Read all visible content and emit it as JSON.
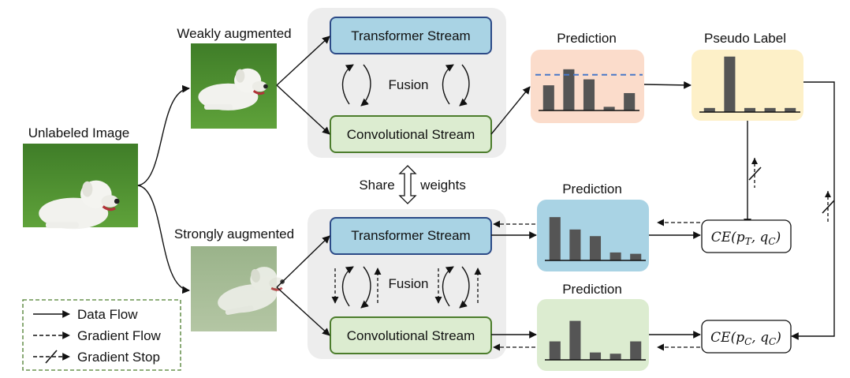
{
  "images": {
    "unlabeled_label": "Unlabeled Image",
    "weak_label": "Weakly augmented",
    "strong_label": "Strongly augmented"
  },
  "top_block": {
    "transformer_label": "Transformer Stream",
    "conv_label": "Convolutional Stream",
    "fusion_label": "Fusion"
  },
  "bottom_block": {
    "transformer_label": "Transformer Stream",
    "conv_label": "Convolutional Stream",
    "fusion_label": "Fusion"
  },
  "share": {
    "left": "Share",
    "right": "weights"
  },
  "prediction_top": {
    "title": "Prediction",
    "values": [
      0.55,
      0.9,
      0.68,
      0.08,
      0.38
    ],
    "threshold": 0.78
  },
  "pseudo_label": {
    "title": "Pseudo Label",
    "values": [
      0.07,
      0.95,
      0.07,
      0.07,
      0.07
    ]
  },
  "prediction_mid": {
    "title": "Prediction",
    "values": [
      0.98,
      0.7,
      0.55,
      0.18,
      0.15
    ]
  },
  "prediction_bot": {
    "title": "Prediction",
    "values": [
      0.45,
      0.95,
      0.18,
      0.15,
      0.45
    ]
  },
  "losses": {
    "ce_t": {
      "main": "CE(p",
      "sub": "T",
      "mid": ", q",
      "sub2": "C",
      "end": ")"
    },
    "ce_c": {
      "main": "CE(p",
      "sub": "C",
      "mid": ", q",
      "sub2": "C",
      "end": ")"
    }
  },
  "legend": {
    "data_flow": "Data Flow",
    "gradient_flow": "Gradient Flow",
    "gradient_stop": "Gradient Stop"
  },
  "colors": {
    "transformer_fill": "#a9d3e4",
    "transformer_stroke": "#2c4a87",
    "conv_fill": "#dcecd0",
    "conv_stroke": "#4c7d2c",
    "panel_fill": "#ededed",
    "pred_top_fill": "#fbdccb",
    "pseudo_fill": "#fdf0c8",
    "pred_mid_fill": "#a9d3e4",
    "pred_bot_fill": "#dcecd0",
    "bar_fill": "#555555",
    "threshold": "#4a78c8",
    "legend_border": "#4c7d2c"
  }
}
